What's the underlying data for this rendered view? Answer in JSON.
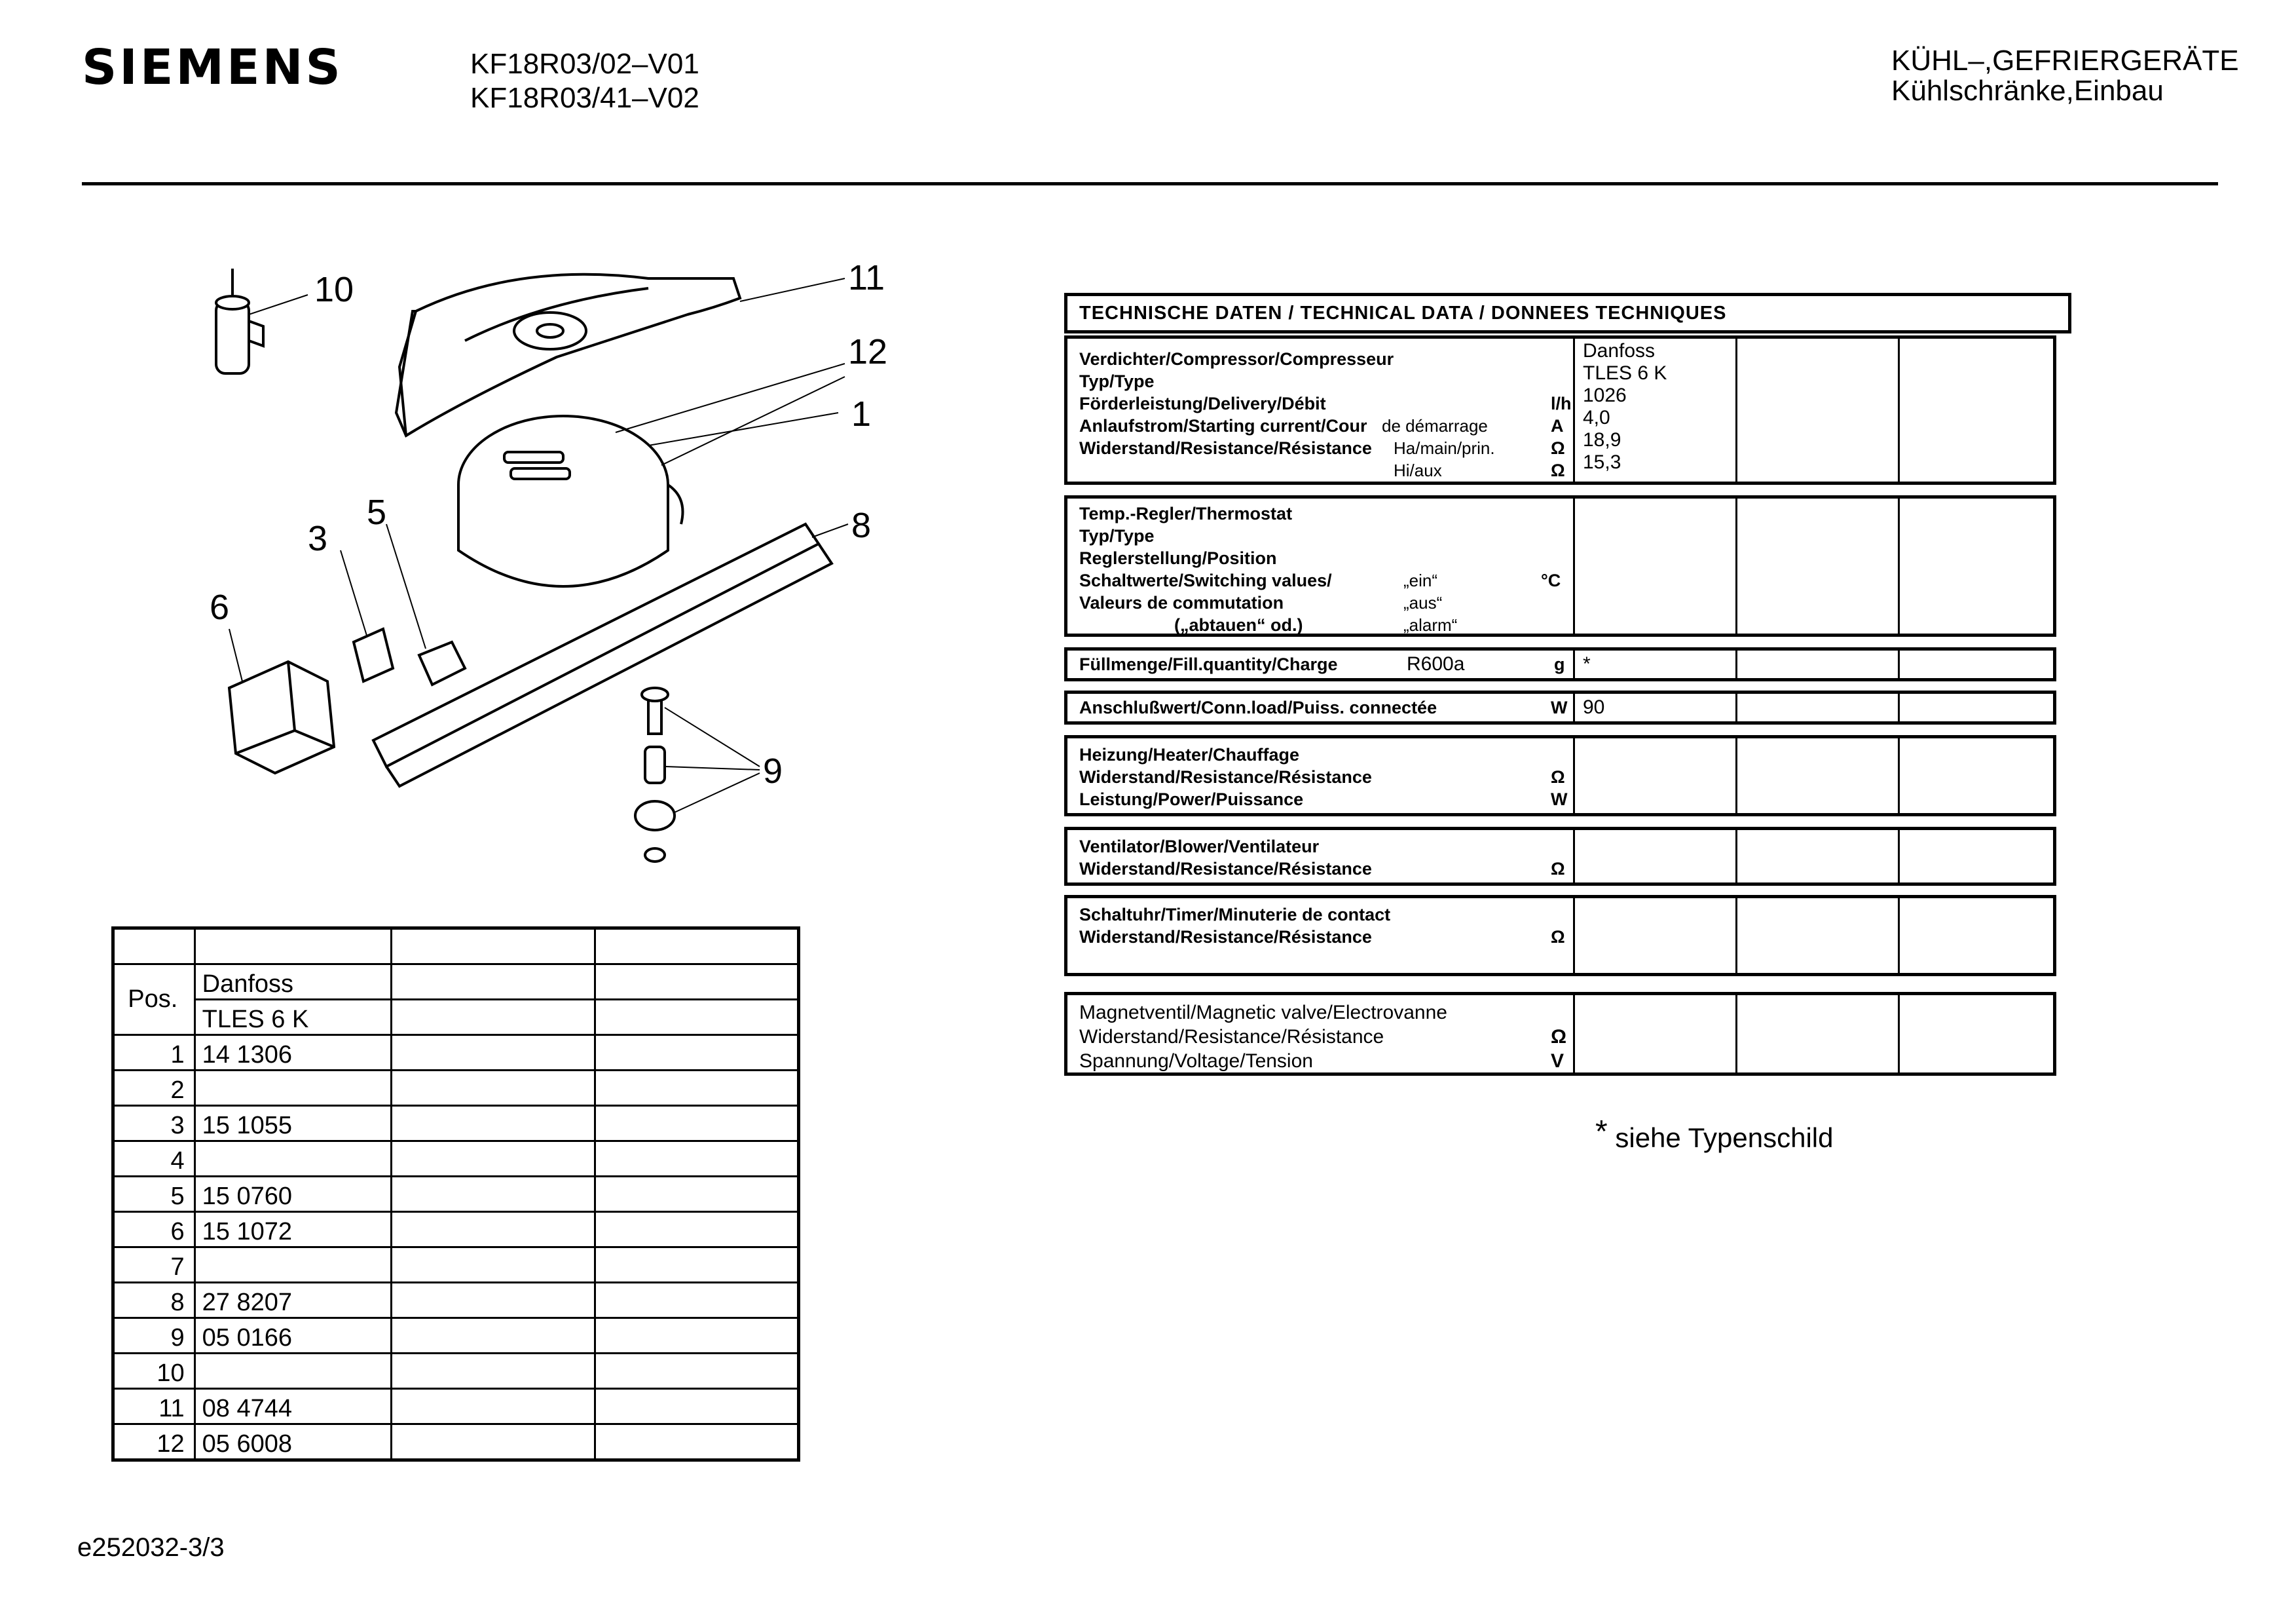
{
  "header": {
    "brand": "SIEMENS",
    "model_1": "KF18R03/02–V01",
    "model_2": "KF18R03/41–V02",
    "category_1": "KÜHL–,GEFRIERGERÄTE",
    "category_2": "Kühlschränke,Einbau"
  },
  "diagram": {
    "callouts": [
      "10",
      "11",
      "12",
      "1",
      "5",
      "3",
      "8",
      "6",
      "9"
    ]
  },
  "parts_table": {
    "pos_label": "Pos.",
    "header_row_1": "Danfoss",
    "header_row_2": "TLES 6 K",
    "rows": [
      {
        "pos": "1",
        "part": "14 1306"
      },
      {
        "pos": "2",
        "part": ""
      },
      {
        "pos": "3",
        "part": "15 1055"
      },
      {
        "pos": "4",
        "part": ""
      },
      {
        "pos": "5",
        "part": "15 0760"
      },
      {
        "pos": "6",
        "part": "15 1072"
      },
      {
        "pos": "7",
        "part": ""
      },
      {
        "pos": "8",
        "part": "27 8207"
      },
      {
        "pos": "9",
        "part": "05 0166"
      },
      {
        "pos": "10",
        "part": ""
      },
      {
        "pos": "11",
        "part": "08 4744"
      },
      {
        "pos": "12",
        "part": "05 6008"
      }
    ]
  },
  "footer": {
    "doc_id": "e252032-3/3"
  },
  "technical": {
    "title": "TECHNISCHE DATEN / TECHNICAL DATA / DONNEES TECHNIQUES",
    "compressor": {
      "l1": "Verdichter/Compressor/Compresseur",
      "l2": "Typ/Type",
      "l3": "Förderleistung/Delivery/Débit",
      "l3u": "l/h",
      "l4": "Anlaufstrom/Starting current/Cour",
      "l4m": "de démarrage",
      "l4u": "A",
      "l5": "Widerstand/Resistance/Résistance",
      "l5m": "Ha/main/prin.",
      "l5u": "Ω",
      "l6m": "Hi/aux",
      "l6u": "Ω",
      "values": [
        "Danfoss",
        "TLES 6 K",
        "1026",
        "4,0",
        "18,9",
        "15,3"
      ]
    },
    "thermostat": {
      "l1": "Temp.-Regler/Thermostat",
      "l2": "Typ/Type",
      "l3": "Reglerstellung/Position",
      "l4": "Schaltwerte/Switching values/",
      "l4m": "„ein“",
      "l4u": "°C",
      "l5": "Valeurs de commutation",
      "l5m": "„aus“",
      "l6": "(„abtauen“ od.)",
      "l6m": "„alarm“"
    },
    "charge": {
      "label": "Füllmenge/Fill.quantity/Charge",
      "refrigerant": "R600a",
      "unit": "g",
      "value": "*"
    },
    "connload": {
      "label": "Anschlußwert/Conn.load/Puiss. connectée",
      "unit": "W",
      "value": "90"
    },
    "heater": {
      "l1": "Heizung/Heater/Chauffage",
      "l2": "Widerstand/Resistance/Résistance",
      "l2u": "Ω",
      "l3": "Leistung/Power/Puissance",
      "l3u": "W"
    },
    "blower": {
      "l1": "Ventilator/Blower/Ventilateur",
      "l2": "Widerstand/Resistance/Résistance",
      "l2u": "Ω"
    },
    "timer": {
      "l1": "Schaltuhr/Timer/Minuterie de contact",
      "l2": "Widerstand/Resistance/Résistance",
      "l2u": "Ω"
    },
    "valve": {
      "l1": "Magnetventil/Magnetic valve/Electrovanne",
      "l2": "Widerstand/Resistance/Résistance",
      "l2u": "Ω",
      "l3": "Spannung/Voltage/Tension",
      "l3u": "V"
    },
    "note": "siehe Typenschild",
    "note_star": "*"
  }
}
